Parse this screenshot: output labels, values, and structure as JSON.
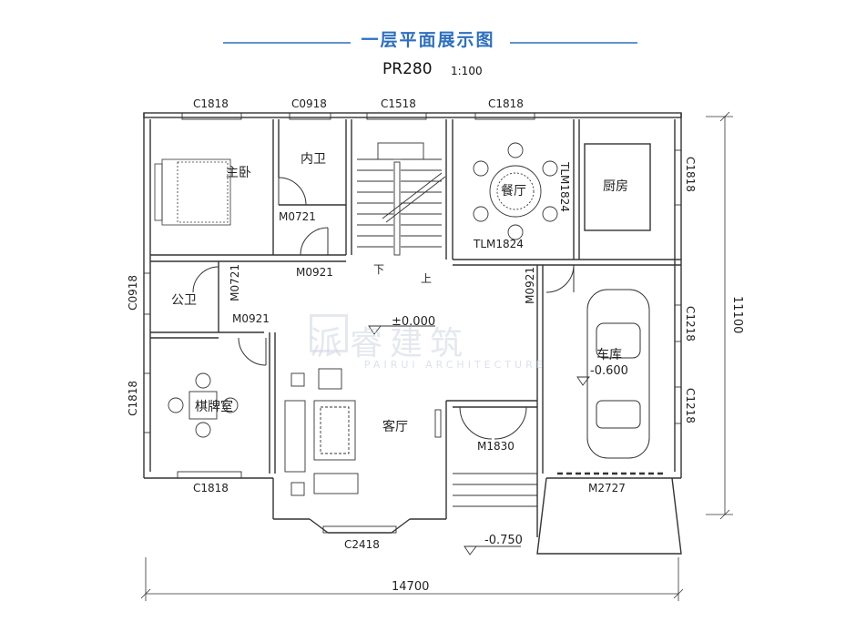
{
  "header": {
    "title": "一层平面展示图",
    "plan_code": "PR280",
    "scale": "1:100",
    "accent_color": "#2d6fc0"
  },
  "watermark": {
    "text": "派睿建筑",
    "subtext": "PAIRUI ARCHITECTURE"
  },
  "rooms": {
    "master_bedroom": "主卧",
    "inner_bath": "内卫",
    "dining": "餐厅",
    "kitchen": "厨房",
    "public_bath": "公卫",
    "chess_room": "棋牌室",
    "living_room": "客厅",
    "garage": "车库"
  },
  "windows": {
    "top_bedroom": "C1818",
    "top_inner_bath": "C0918",
    "top_stair": "C1518",
    "top_dining": "C1818",
    "right_kitchen": "C1818",
    "right_garage_1": "C1218",
    "right_garage_2": "C1218",
    "left_public_bath": "C0918",
    "left_chess": "C1818",
    "bottom_chess": "C1818",
    "bottom_living": "C2418"
  },
  "doors": {
    "m0721_bedroom": "M0721",
    "m0921_corridor": "M0921",
    "m0721_public_bath": "M0721",
    "m0921_chess": "M0921",
    "m0921_garage": "M0921",
    "tlm1824_right": "TLM1824",
    "tlm1824_bottom": "TLM1824",
    "m1830_entry": "M1830",
    "m2727_garage": "M2727"
  },
  "levels": {
    "floor": "±0.000",
    "garage": "-0.600",
    "outdoor": "-0.750"
  },
  "stair": {
    "down": "下",
    "up": "上"
  },
  "dimensions": {
    "total_width": "14700",
    "total_depth": "11100"
  }
}
